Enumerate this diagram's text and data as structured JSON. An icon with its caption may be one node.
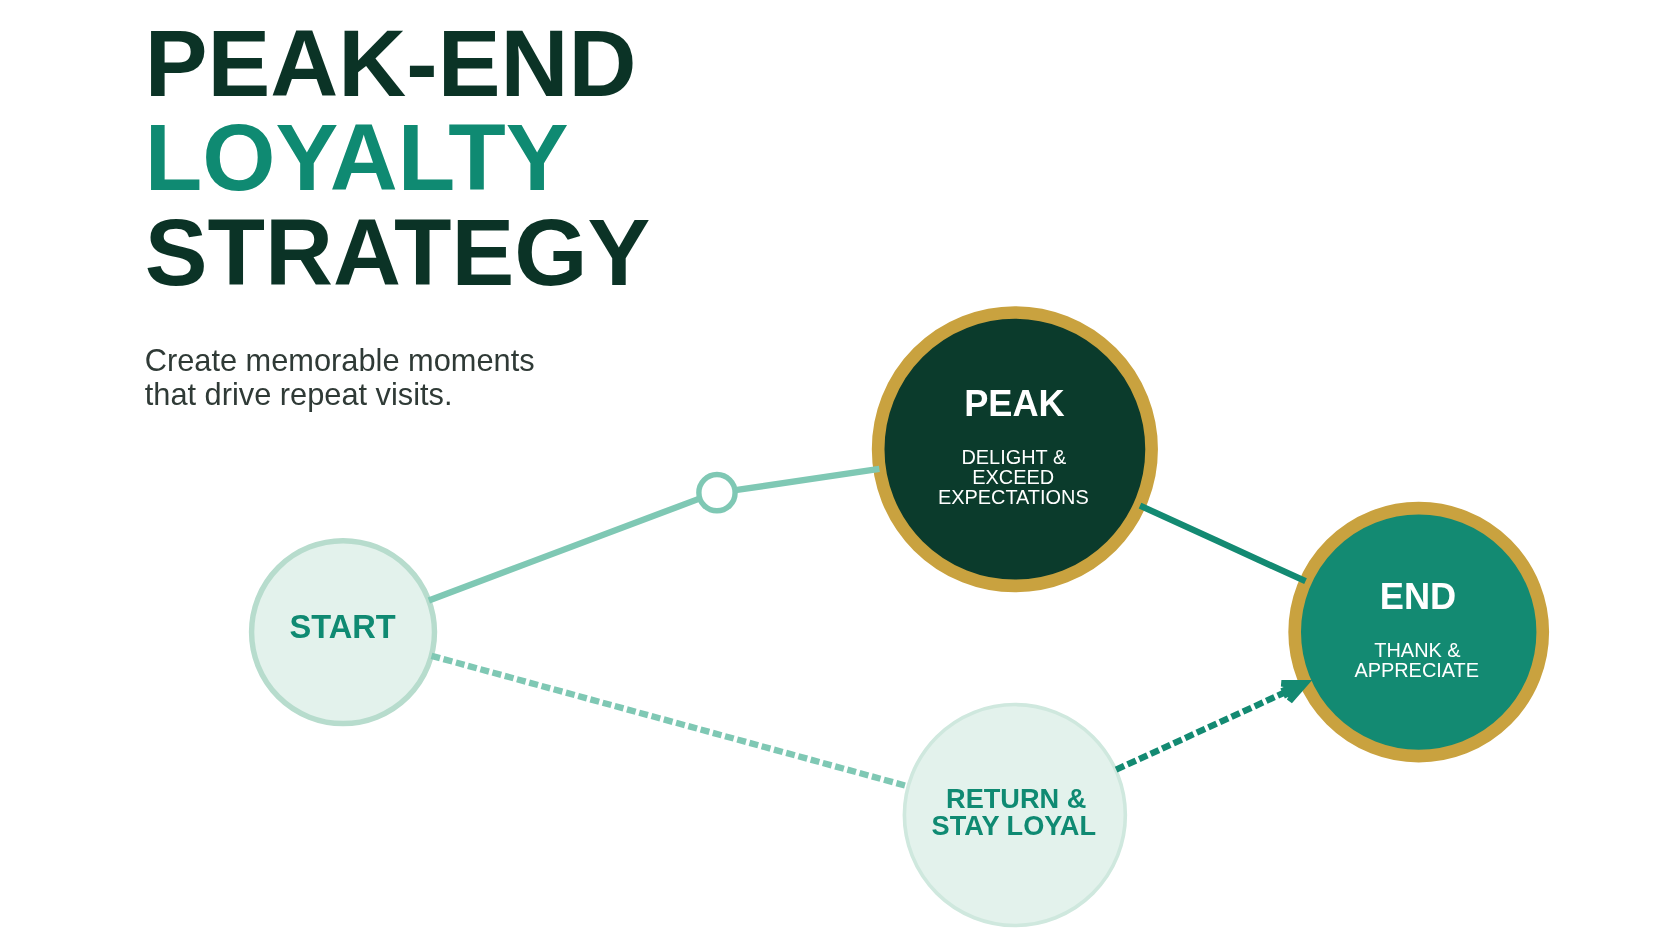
{
  "diagram": {
    "title": "PEAK-END LOYALTY STRATEGY",
    "nodes": [
      {
        "text": [
          "START"
        ]
      },
      {
        "text": [
          "PEAK",
          "DELIGHT & EXCEED EXPECTATIONS"
        ]
      },
      {
        "text": [
          "END",
          "THANK & APPRECIATE"
        ]
      },
      {
        "text": [
          "RETURN & STAY LOYAL"
        ]
      },
      {
        "text": [],
        "shape": "circle"
      }
    ],
    "edges": [
      {
        "from": 0,
        "to": 4,
        "arrow": "none",
        "color": "#7fc8b4"
      },
      {
        "from": 4,
        "to": 1,
        "arrow": "none",
        "color": "#7fc8b4"
      },
      {
        "from": 1,
        "to": 2,
        "arrow": "none",
        "color": "#138a72"
      },
      {
        "from": 0,
        "to": 3,
        "arrow": "none",
        "style": "dashed",
        "color": "#7fc8b4"
      },
      {
        "from": 3,
        "to": 2,
        "arrow": "to",
        "style": "dashed",
        "color": "#138a72"
      }
    ],
    "labels": [
      "Create memorable moments that drive repeat visits."
    ]
  }
}
